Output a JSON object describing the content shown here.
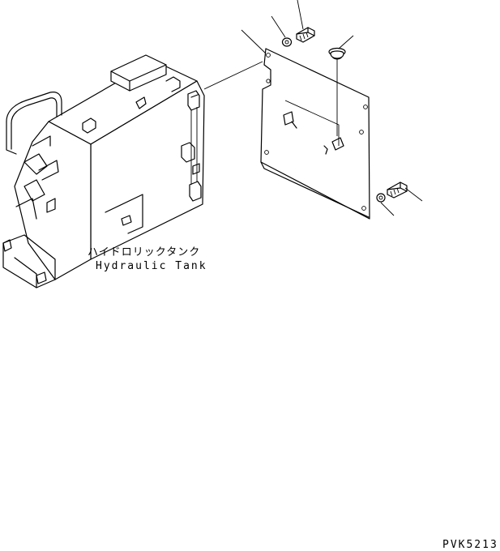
{
  "labels": {
    "component_jp": "ハイドロリックタンク",
    "component_en": "Hydraulic Tank",
    "drawing_code": "PVK5213"
  },
  "colors": {
    "line": "#000000",
    "background": "#ffffff"
  }
}
